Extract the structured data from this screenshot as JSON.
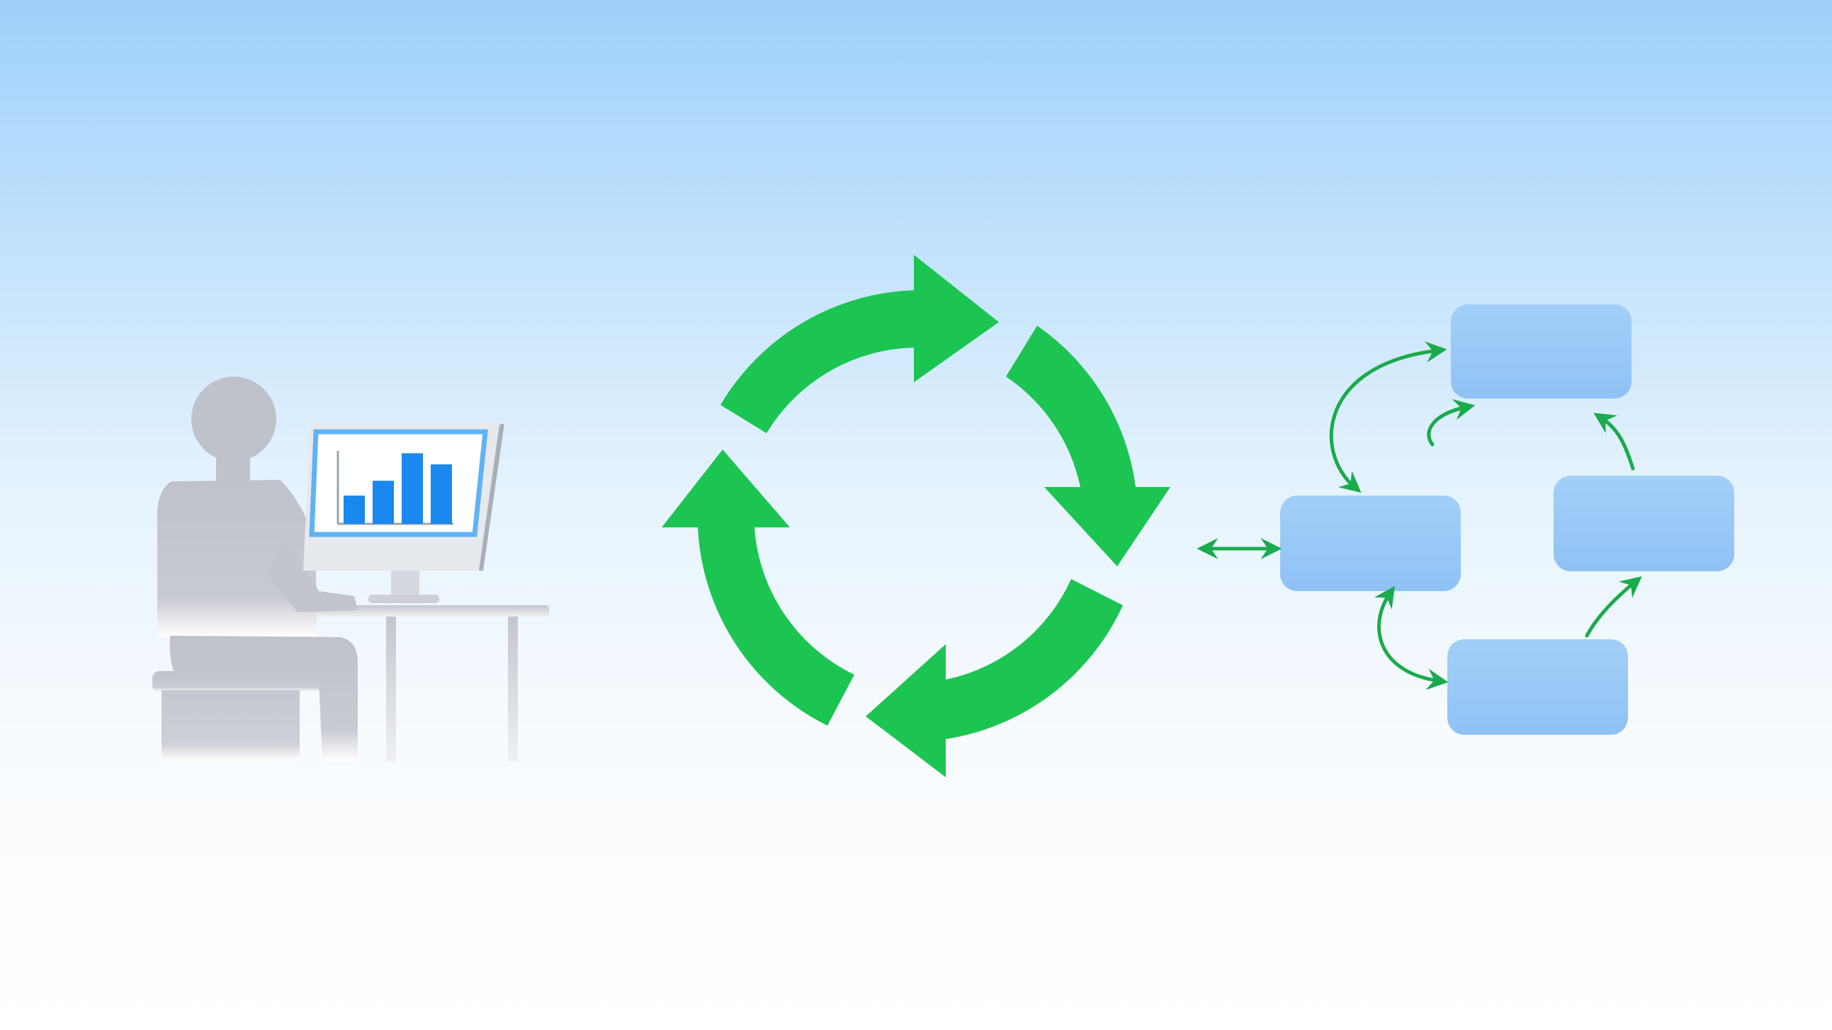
{
  "colors": {
    "background_top": "#9fd0fb",
    "background_bottom": "#ffffff",
    "cycle_arrow": "#1cc552",
    "connector_arrow": "#1aab4c",
    "process_box": "#98c9f7",
    "person_silhouette": "#c0c2cb",
    "monitor_frame": "#e6e9ee",
    "screen": "#ffffff",
    "screen_border": "#5fb3f5",
    "screen_bar": "#1a88ee"
  },
  "illustration": {
    "person": {
      "icon": "person-at-desk-icon"
    },
    "monitor": {
      "icon": "bar-chart-icon",
      "bar_levels": [
        0.38,
        0.58,
        0.95,
        0.8
      ]
    },
    "cycle": {
      "icon": "refresh-cycle-icon",
      "arrow_count": 4
    },
    "flow": {
      "icon": "process-flow-icon",
      "node_count": 4
    }
  }
}
